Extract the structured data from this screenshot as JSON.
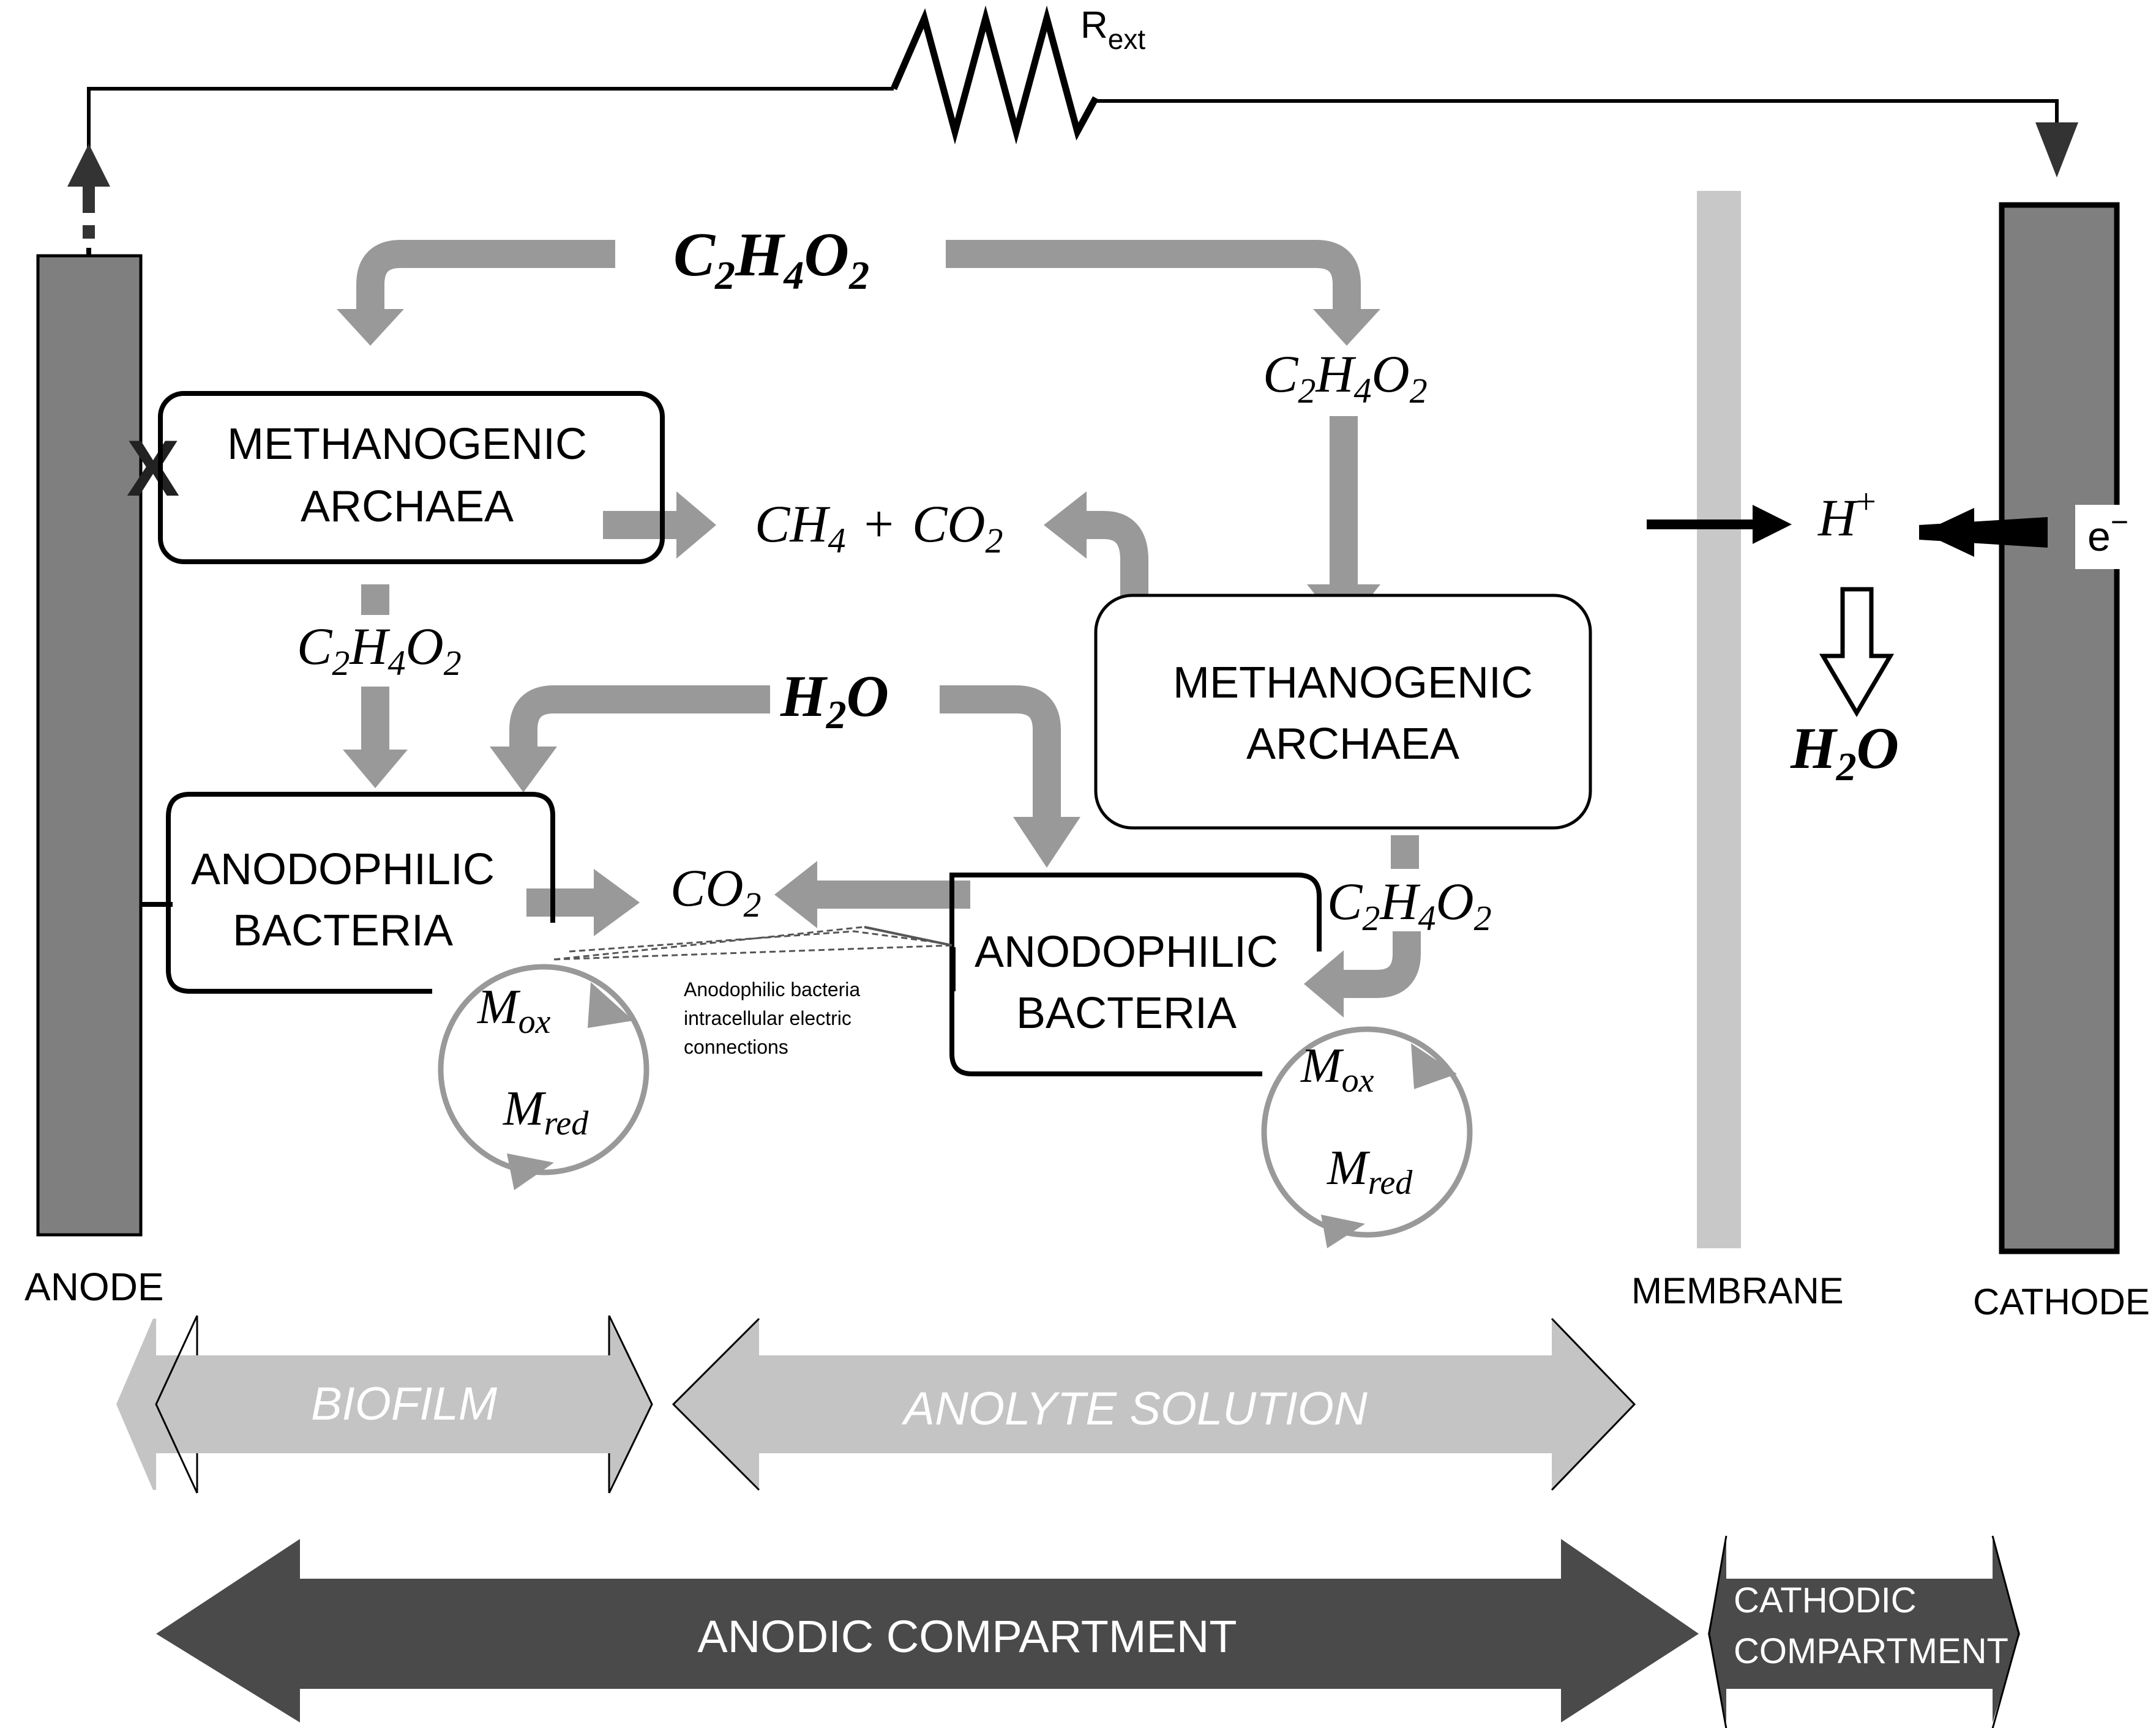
{
  "labels": {
    "rext_main": "R",
    "rext_sub": "ext",
    "anode": "ANODE",
    "cathode": "CATHODE",
    "membrane": "MEMBRANE",
    "x_mark": "X",
    "electron": "e",
    "electron_sup": "−"
  },
  "boxes": {
    "methanogenic_1_line1": "METHANOGENIC",
    "methanogenic_1_line2": "ARCHAEA",
    "methanogenic_2_line1": "METHANOGENIC",
    "methanogenic_2_line2": "ARCHAEA",
    "anodophilic_1_line1": "ANODOPHILIC",
    "anodophilic_1_line2": "BACTERIA",
    "anodophilic_2_line1": "ANODOPHILIC",
    "anodophilic_2_line2": "BACTERIA"
  },
  "chemistry": {
    "acetate_C": "C",
    "acetate_2a": "2",
    "acetate_H": "H",
    "acetate_4": "4",
    "acetate_O": "O",
    "acetate_2b": "2",
    "ch4": "CH",
    "ch4_sub": "4",
    "plus": "+",
    "co2": "CO",
    "co2_sub": "2",
    "water_H": "H",
    "water_2": "2",
    "water_O": "O",
    "proton": "H",
    "proton_sup": "+",
    "m_ox": "M",
    "m_ox_sub": "ox",
    "m_red": "M",
    "m_red_sub": "red"
  },
  "annotation": {
    "line1": "Anodophilic bacteria",
    "line2": "intracellular electric",
    "line3": "connections"
  },
  "zones": {
    "biofilm": "BIOFILM",
    "anolyte": "ANOLYTE SOLUTION",
    "anodic": "ANODIC COMPARTMENT",
    "cathodic_line1": "CATHODIC",
    "cathodic_line2": "COMPARTMENT"
  },
  "colors": {
    "electrode": "#7f7f7f",
    "flow_arrow": "#999999",
    "membrane": "#c8c8c8",
    "zone_light": "#c4c4c4",
    "zone_dark": "#4a4a4a"
  }
}
